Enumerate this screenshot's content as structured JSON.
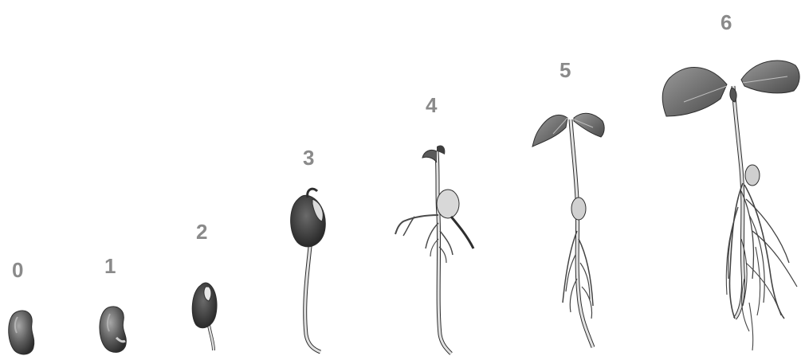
{
  "stages": [
    {
      "label": "0"
    },
    {
      "label": "1"
    },
    {
      "label": "2"
    },
    {
      "label": "3"
    },
    {
      "label": "4"
    },
    {
      "label": "5"
    },
    {
      "label": "6"
    }
  ],
  "colors": {
    "label": "#8a8a8a",
    "seed_dark": "#3a3a3a",
    "seed_mid": "#6d6d6d",
    "seed_light": "#b5b5b5",
    "stem": "#dcdcdc",
    "outline": "#2e2e2e",
    "leaf": "#7a7a7a",
    "leaf_dark": "#444444"
  }
}
